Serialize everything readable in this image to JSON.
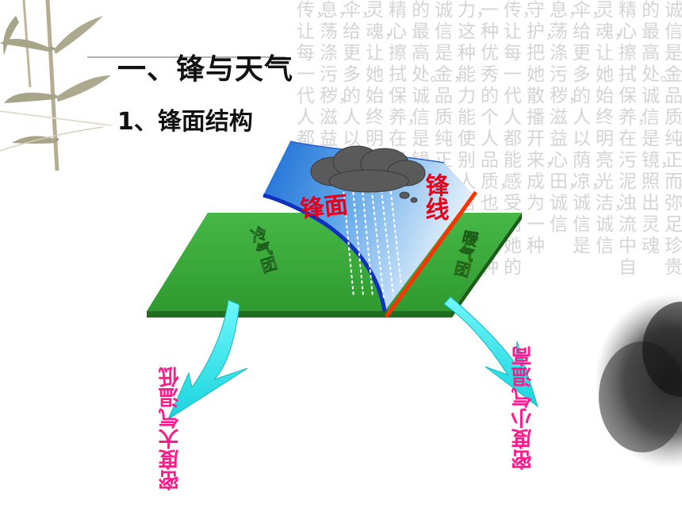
{
  "slide": {
    "title": "一、锋与天气",
    "subtitle": "1、锋面结构"
  },
  "diagram": {
    "front_surface_label": "锋面",
    "front_line_label": "锋线",
    "cold_air_mass_label": "冷气团",
    "warm_air_mass_label": "暖气团",
    "cold_properties_label": "密度大气温低",
    "warm_properties_label": "密度小气温高"
  },
  "background_text": {
    "columns": [
      "诚信是金，品质纯正而弥足珍贵",
      "的最高处。诚信是镜，照出灵魂",
      "精心擦拭保养，在污泥浊流中自",
      "灵魂，让她始终明亮光洁，诚信",
      "伞，给更多的人以荫凉，诚信是",
      "息，荡涤污秽，滋益心田，诚信",
      "守护，把她散播开来，成为一种",
      "传，让每一代人都能感受到她的",
      "一种优秀的个人品质，也是一种",
      "力，这种能力能使别人信任你的",
      "诚信是金，品质纯正而弥足珍贵",
      "的最高处。诚信是镜，照出灵魂",
      "精心擦拭保养，在污泥浊流中自",
      "灵魂，让她始终明亮光洁，诚信",
      "伞，给更多的人以荫凉，诚信是",
      "息，荡涤污秽，滋益心田，诚信",
      "传，让每一代人都能感受到她"
    ]
  },
  "colors": {
    "ground_top": "#3ca83c",
    "ground_side": "#1f6e1f",
    "front_blue": "#1a6bd6",
    "front_edge": "#1030c0",
    "front_line": "#ff3300",
    "label_red": "#e8001a",
    "cold_text": "#ffffff",
    "warm_text": "#ffee00",
    "arrow_cyan": "#2de8ee",
    "pink_text": "#ff1a8c",
    "cloud": "#5a5a5a"
  }
}
